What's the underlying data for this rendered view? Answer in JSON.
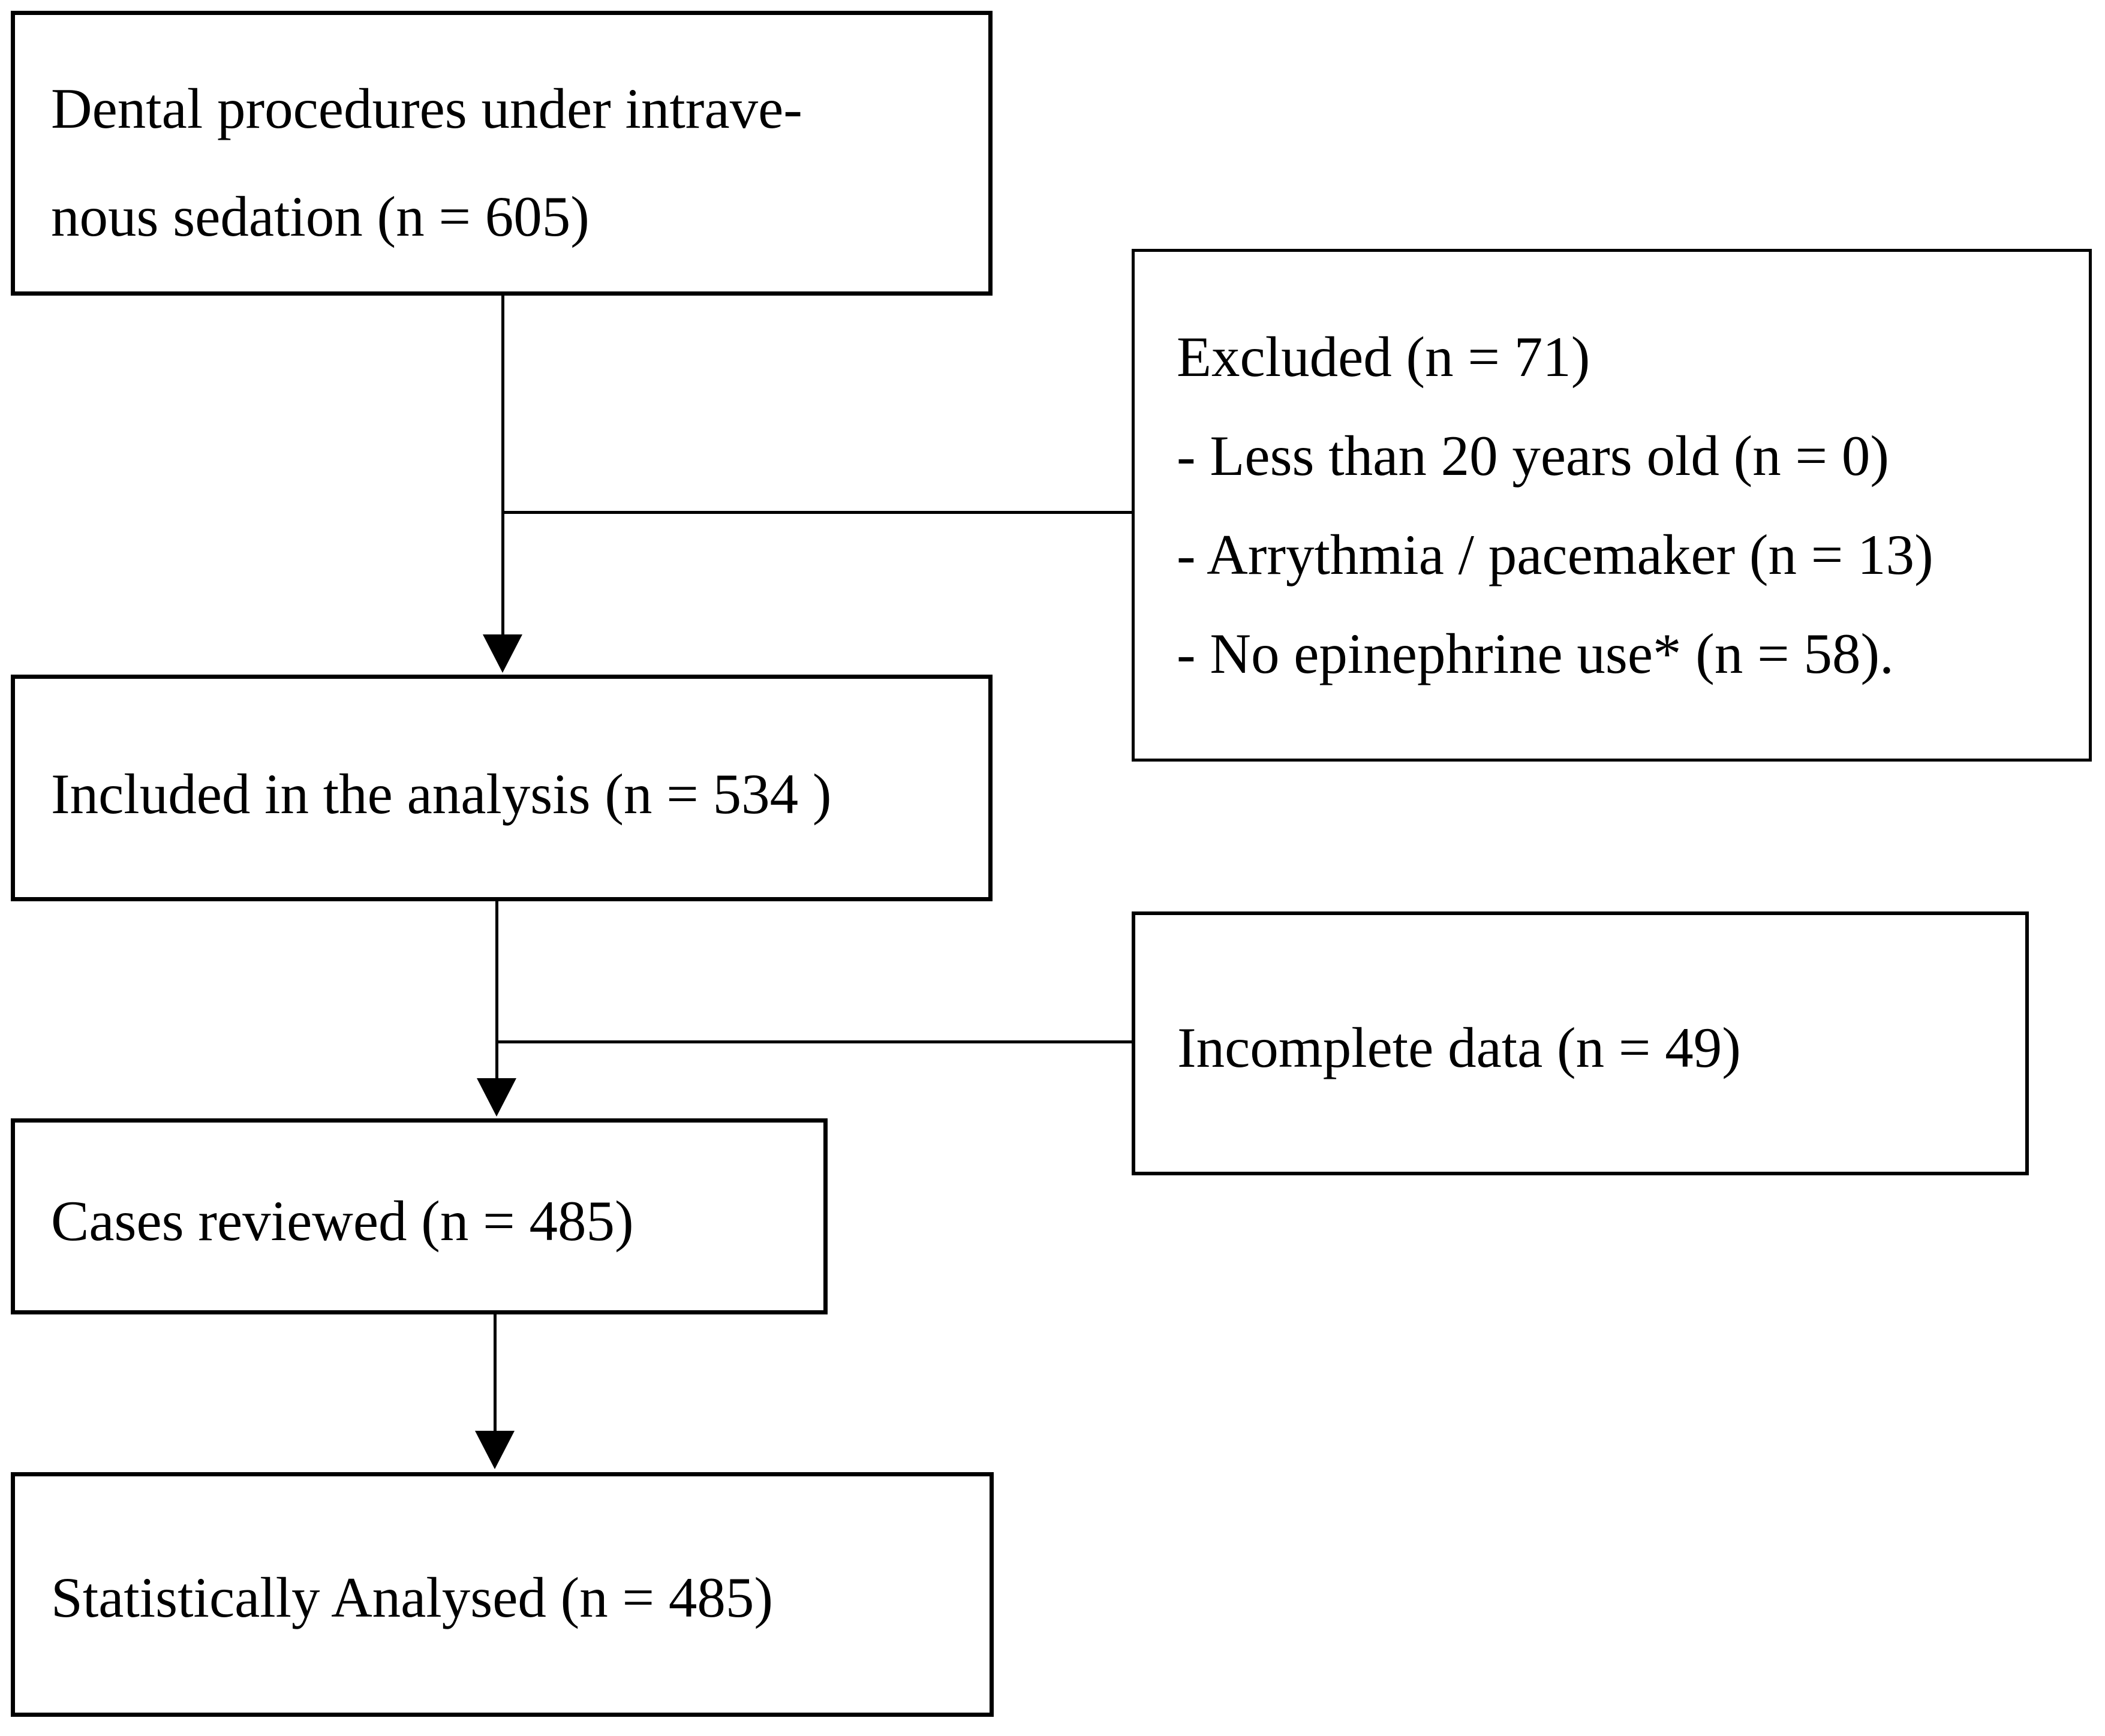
{
  "figure": {
    "type": "study-flow-diagram",
    "colors": {
      "background": "#ffffff",
      "line": "#000000",
      "text": "#000000"
    }
  },
  "boxes": {
    "dental": {
      "line1": "Dental procedures under intrave-",
      "line2": "nous sedation (n = 605)"
    },
    "excluded": {
      "title": "Excluded (n = 71)",
      "item1": "- Less than 20 years old (n = 0)",
      "item2": "- Arrythmia / pacemaker (n = 13)",
      "item3": "- No epinephrine use* (n = 58)."
    },
    "included": {
      "line1": "Included in the analysis (n = 534 )"
    },
    "incomplete": {
      "line1": "Incomplete data (n = 49)"
    },
    "cases": {
      "line1": "Cases reviewed (n = 485)"
    },
    "analysed": {
      "line1": "Statistically Analysed (n = 485)"
    }
  },
  "counts": {
    "total_procedures": 605,
    "excluded_total": 71,
    "excluded_less_than_20": 0,
    "excluded_arrythmia_pacemaker": 13,
    "excluded_no_epinephrine": 58,
    "included_in_analysis": 534,
    "incomplete_data": 49,
    "cases_reviewed": 485,
    "statistically_analysed": 485
  }
}
